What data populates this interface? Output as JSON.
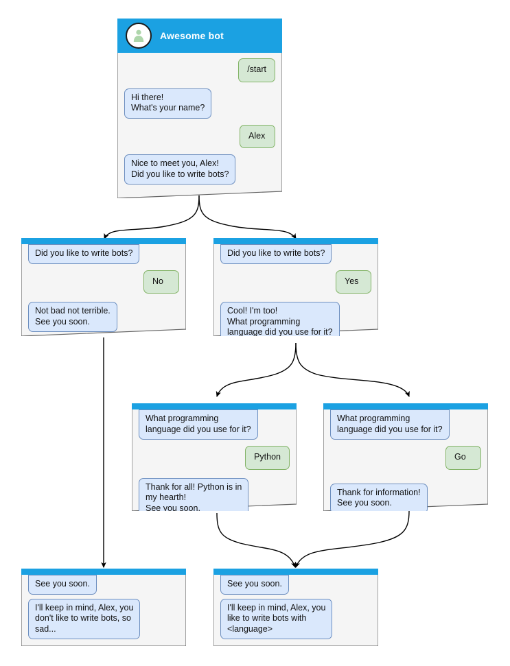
{
  "diagram": {
    "type": "chatbot-flow-diagram",
    "colors": {
      "header_blue": "#1ba1e2",
      "bot_bubble_fill": "#dae8fc",
      "bot_bubble_border": "#6c8ebf",
      "user_bubble_fill": "#d5e8d4",
      "user_bubble_border": "#82b366",
      "card_fill": "#f5f5f5",
      "card_border": "#666666",
      "connector": "#000000"
    }
  },
  "root_card": {
    "id": "root",
    "header": {
      "title": "Awesome bot",
      "avatar_icon": "person-avatar-icon"
    },
    "messages": [
      {
        "side": "out",
        "text": "/start"
      },
      {
        "side": "in",
        "text": "Hi there!\nWhat's your name?"
      },
      {
        "side": "out",
        "text": "Alex"
      },
      {
        "side": "in",
        "text": "Nice to meet you, Alex!\nDid you like to write bots?"
      }
    ]
  },
  "cards": [
    {
      "id": "no-branch",
      "messages": [
        {
          "side": "in",
          "text": "Did you like to write bots?",
          "clipped": true
        },
        {
          "side": "out",
          "text": "No"
        },
        {
          "side": "in",
          "text": "Not bad not terrible.\nSee you soon."
        }
      ]
    },
    {
      "id": "yes-branch",
      "messages": [
        {
          "side": "in",
          "text": "Did you like to write bots?",
          "clipped": true
        },
        {
          "side": "out",
          "text": "Yes"
        },
        {
          "side": "in",
          "text": "Cool! I'm too!\nWhat programming\nlanguage did you use for it?"
        }
      ]
    },
    {
      "id": "python-branch",
      "messages": [
        {
          "side": "in",
          "text": "What programming\nlanguage did you use for it?",
          "clipped": true
        },
        {
          "side": "out",
          "text": "Python"
        },
        {
          "side": "in",
          "text": "Thank for all! Python is in\nmy hearth!\nSee you soon."
        }
      ]
    },
    {
      "id": "go-branch",
      "messages": [
        {
          "side": "in",
          "text": "What programming\nlanguage did you use for it?",
          "clipped": true
        },
        {
          "side": "out",
          "text": "Go"
        },
        {
          "side": "in",
          "text": "Thank for information!\nSee you soon."
        }
      ]
    },
    {
      "id": "end-sad",
      "messages": [
        {
          "side": "in",
          "text": "See you soon.",
          "clipped": true
        },
        {
          "side": "in",
          "text": "I'll keep in mind, Alex, you\ndon't like to write bots, so\nsad..."
        }
      ]
    },
    {
      "id": "end-happy",
      "messages": [
        {
          "side": "in",
          "text": "See you soon.",
          "clipped": true
        },
        {
          "side": "in",
          "text": "I'll keep in mind, Alex, you\nlike to write bots with\n<language>"
        }
      ]
    }
  ]
}
